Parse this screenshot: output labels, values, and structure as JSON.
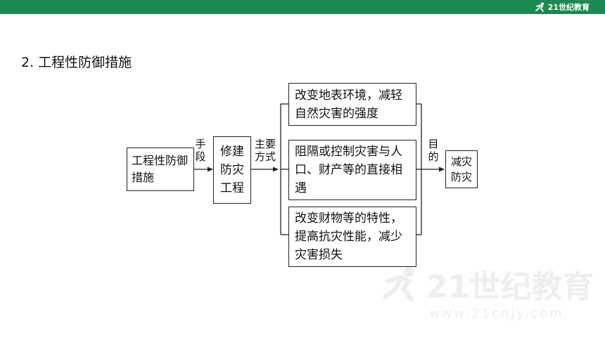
{
  "header": {
    "logo_text": "21世纪教育",
    "logo_icon": "runner-icon",
    "bar_color": "#1b8a52"
  },
  "heading": "2.  工程性防御措施",
  "diagram": {
    "nodes": {
      "source": "工程性防御措施",
      "middle": "修建防灾工程",
      "result": "减灾防灾"
    },
    "edge_labels": {
      "means": "手段",
      "main_way": "主要方式",
      "purpose": "目的"
    },
    "branches": [
      "改变地表环境，减轻自然灾害的强度",
      "阻隔或控制灾害与人口、财产等的直接相遇",
      "改变财物等的特性，提高抗灾性能，减少灾害损失"
    ]
  },
  "watermark": {
    "text": "21世纪教育",
    "url_text": "www.21cnjy.com"
  }
}
